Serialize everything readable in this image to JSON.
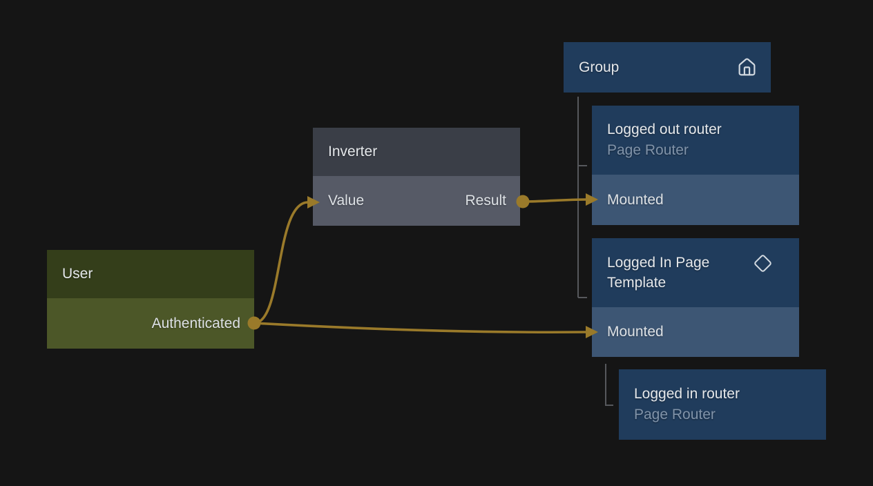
{
  "colors": {
    "bg": "#151515",
    "edge": "#9a7a2a",
    "connector": "#56585c",
    "title": "#e5e8eb",
    "subtitle": "#8093a9",
    "label": "#dde1e5",
    "blue-header": "#203c5c",
    "blue-row": "#3d5674",
    "gray-header": "#3a3e47",
    "gray-row": "#565a66",
    "green-header": "#343e1a",
    "green-row": "#4c5728",
    "icon": "#d3dae1"
  },
  "nodes": {
    "user": {
      "title": "User",
      "output_port": "Authenticated"
    },
    "inverter": {
      "title": "Inverter",
      "input_port": "Value",
      "output_port": "Result"
    },
    "group": {
      "title": "Group",
      "icon": "home-icon"
    },
    "logged_out_router": {
      "title": "Logged out router",
      "subtitle": "Page Router",
      "input_port": "Mounted"
    },
    "logged_in_page_template": {
      "title": "Logged In Page Template",
      "icon": "diamond-icon",
      "input_port": "Mounted"
    },
    "logged_in_router": {
      "title": "Logged in router",
      "subtitle": "Page Router"
    }
  },
  "edges": [
    {
      "from": "User.Authenticated",
      "to": "Inverter.Value"
    },
    {
      "from": "User.Authenticated",
      "to": "Logged In Page Template.Mounted"
    },
    {
      "from": "Inverter.Result",
      "to": "Logged out router.Mounted"
    }
  ],
  "hierarchy": [
    {
      "parent": "Group",
      "children": [
        "Logged out router",
        "Logged In Page Template"
      ]
    },
    {
      "parent": "Logged In Page Template.Mounted",
      "children": [
        "Logged in router"
      ]
    }
  ]
}
